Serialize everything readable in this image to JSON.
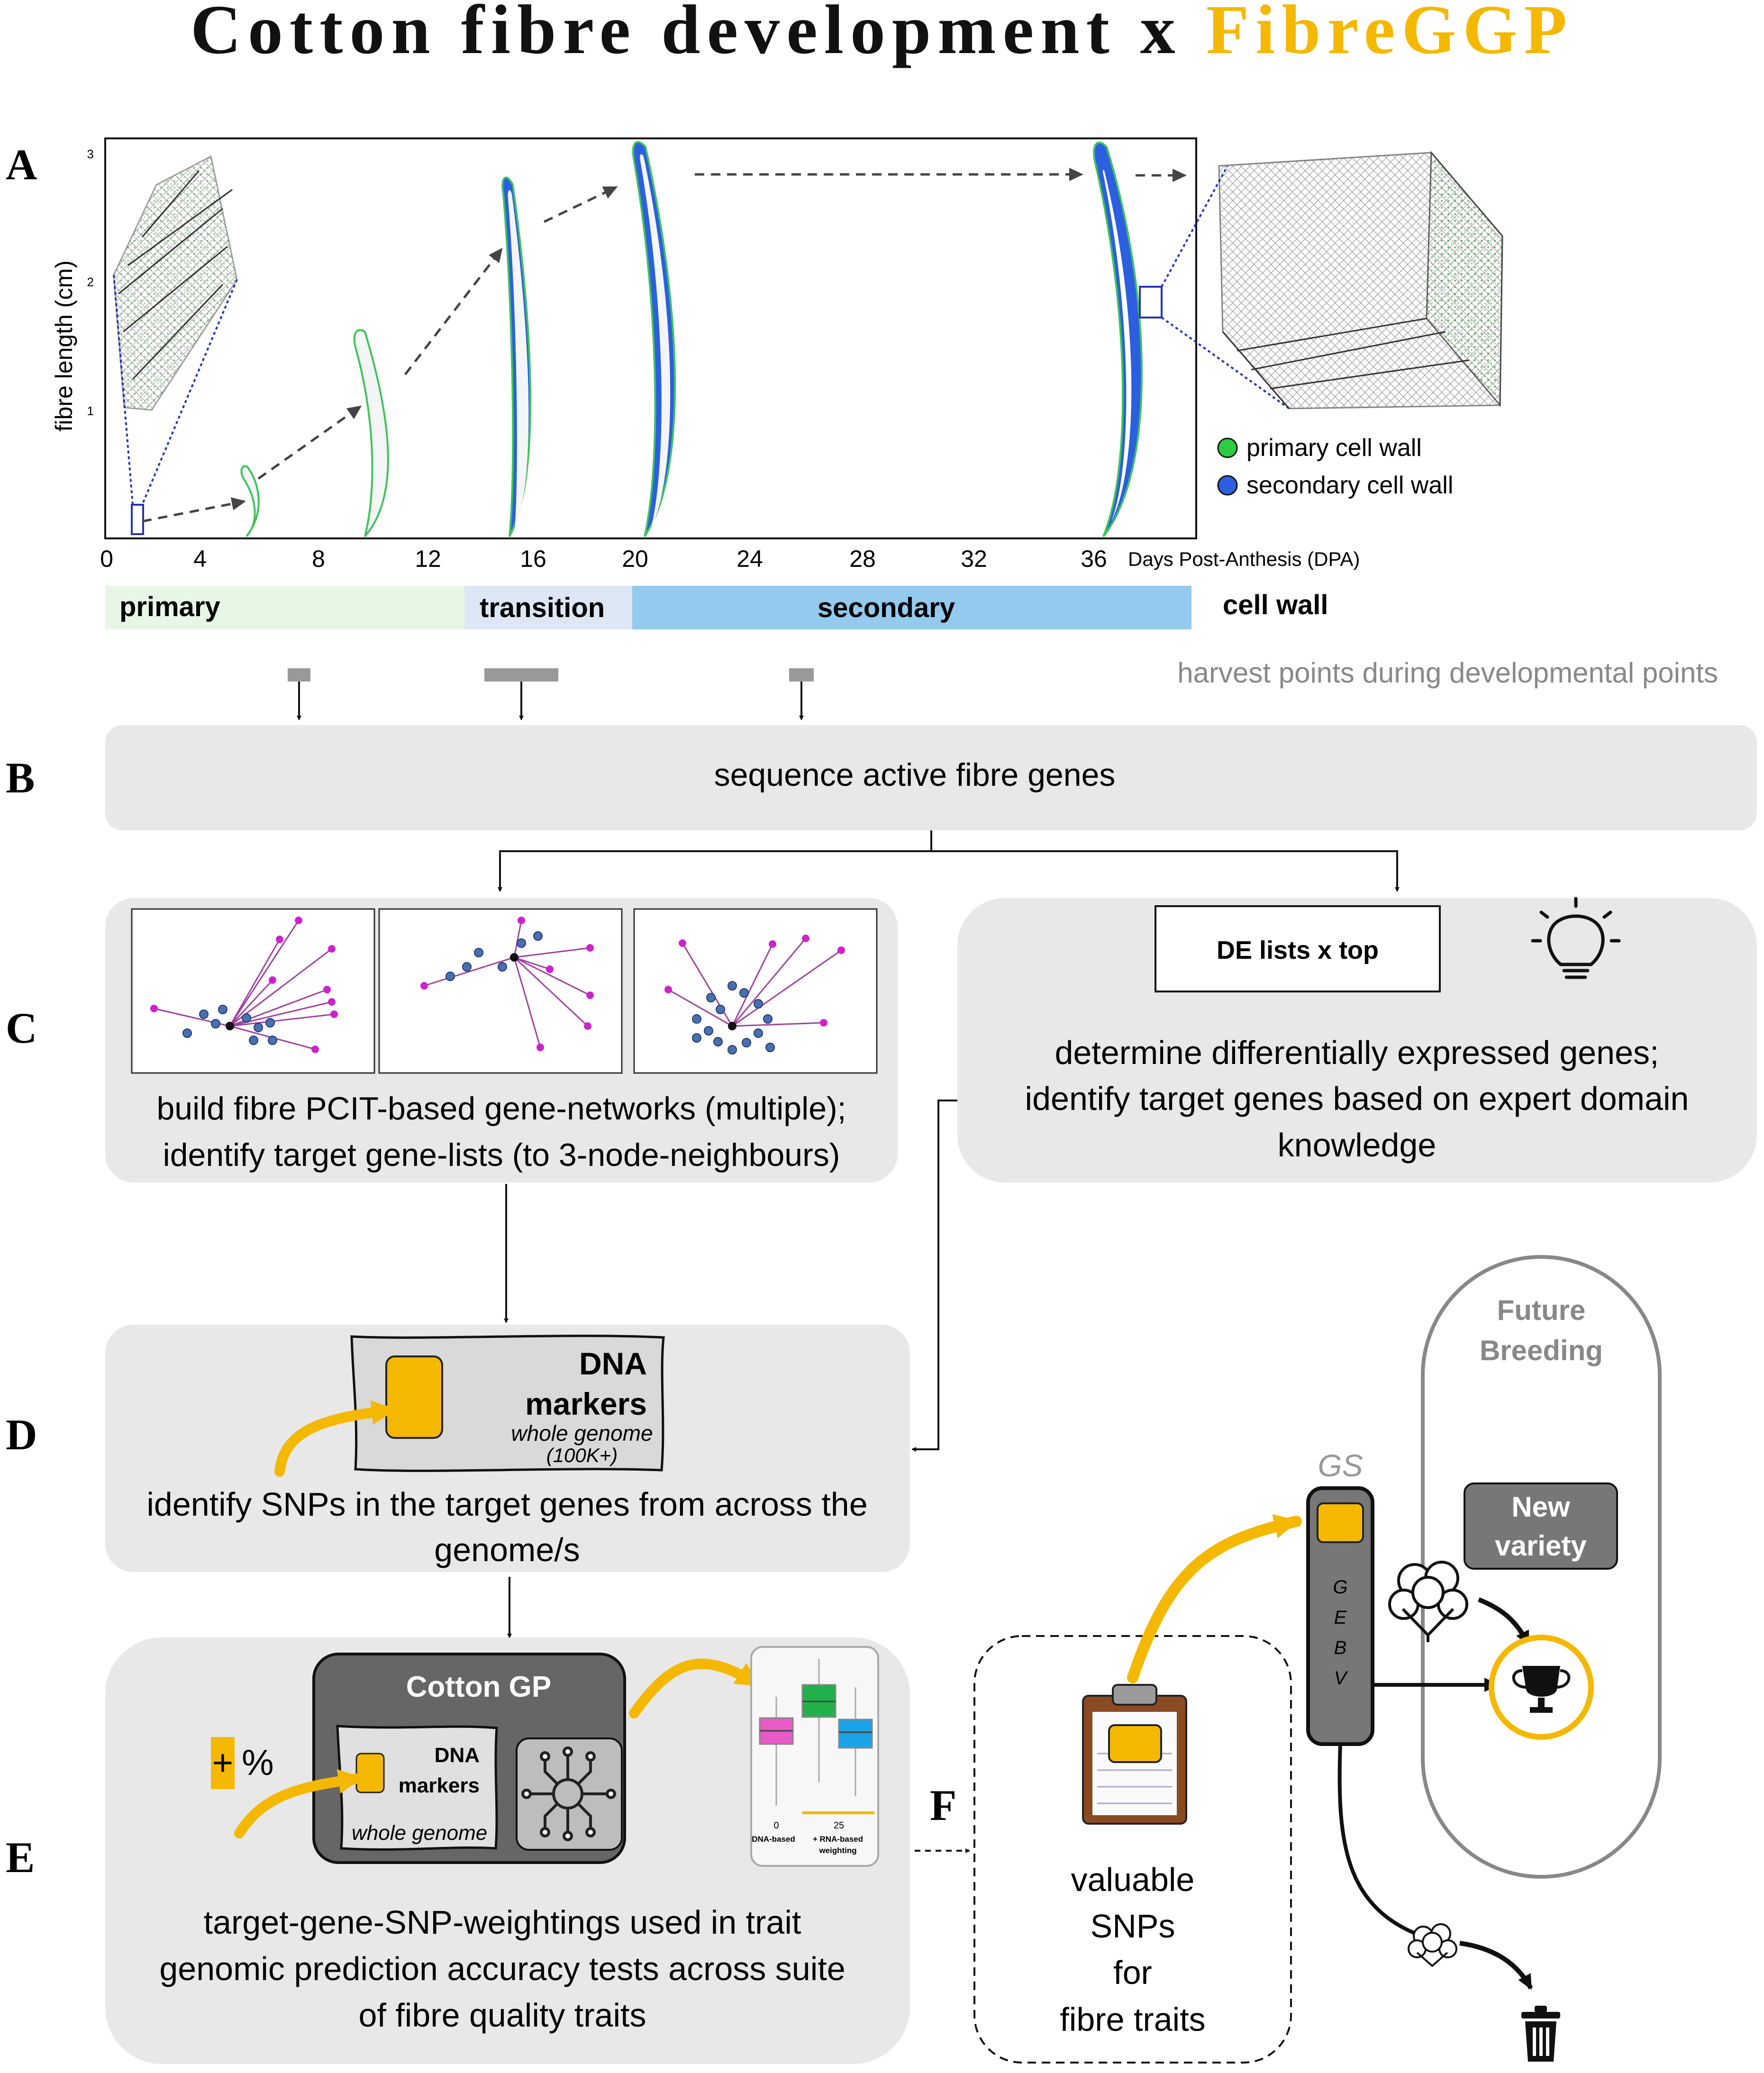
{
  "title": {
    "prefix": "Cotton fibre development x ",
    "brand": "FibreGGP",
    "brand_color": "#f5b800"
  },
  "panel_letters": {
    "a": "A",
    "b": "B",
    "c": "C",
    "d": "D",
    "e": "E",
    "f": "F"
  },
  "panel_a": {
    "ylabel": "fibre length (cm)",
    "yticks": [
      "1",
      "2",
      "3"
    ],
    "xticks": [
      "0",
      "4",
      "8",
      "12",
      "16",
      "20",
      "24",
      "28",
      "32",
      "36"
    ],
    "xaxis_label": "Days Post-Anthesis (DPA)",
    "legend": [
      {
        "label": "primary cell wall",
        "color": "#2ecc40"
      },
      {
        "label": "secondary cell wall",
        "color": "#2b5fe0"
      }
    ],
    "phases": {
      "primary": "primary",
      "transition": "transition",
      "secondary": "secondary",
      "suffix": "cell wall"
    },
    "harvest_label": "harvest points during developmental points"
  },
  "panel_b": {
    "text": "sequence active fibre genes"
  },
  "panel_c": {
    "left_text_1": "build fibre PCIT-based gene-networks (multiple);",
    "left_text_2": "identify target gene-lists (to 3-node-neighbours)",
    "de_box": "DE lists x top",
    "right_text_1": "determine differentially expressed genes;",
    "right_text_2": "identify target genes based on expert domain",
    "right_text_3": "knowledge",
    "icon": "lightbulb-icon"
  },
  "panel_d": {
    "card_title_1": "DNA",
    "card_title_2": "markers",
    "card_sub_1": "whole genome",
    "card_sub_2": "(100K+)",
    "text_1": "identify SNPs in the target genes from across the",
    "text_2": "genome/s"
  },
  "panel_e": {
    "gp_title": "Cotton GP",
    "plus": "+",
    "percent": "%",
    "card_title_1": "DNA",
    "card_title_2": "markers",
    "card_sub": "whole genome",
    "box_xlab_0": "0",
    "box_xlab_25": "25",
    "box_cat_dna": "DNA-based",
    "box_cat_rna_1": "+ RNA-based",
    "box_cat_rna_2": "weighting",
    "text_1": "target-gene-SNP-weightings used in trait",
    "text_2": "genomic prediction accuracy tests across suite",
    "text_3": "of fibre quality traits"
  },
  "panel_f": {
    "snp_1": "valuable",
    "snp_2": "SNPs",
    "snp_3": "for",
    "snp_4": "fibre traits",
    "gs_label": "GS",
    "gebv": [
      "G",
      "E",
      "B",
      "V"
    ],
    "future_1": "Future",
    "future_2": "Breeding",
    "new_1": "New",
    "new_2": "variety",
    "icons": [
      "cotton-boll-icon",
      "trophy-icon",
      "trash-icon",
      "clipboard-icon",
      "ai-chip-icon"
    ]
  }
}
